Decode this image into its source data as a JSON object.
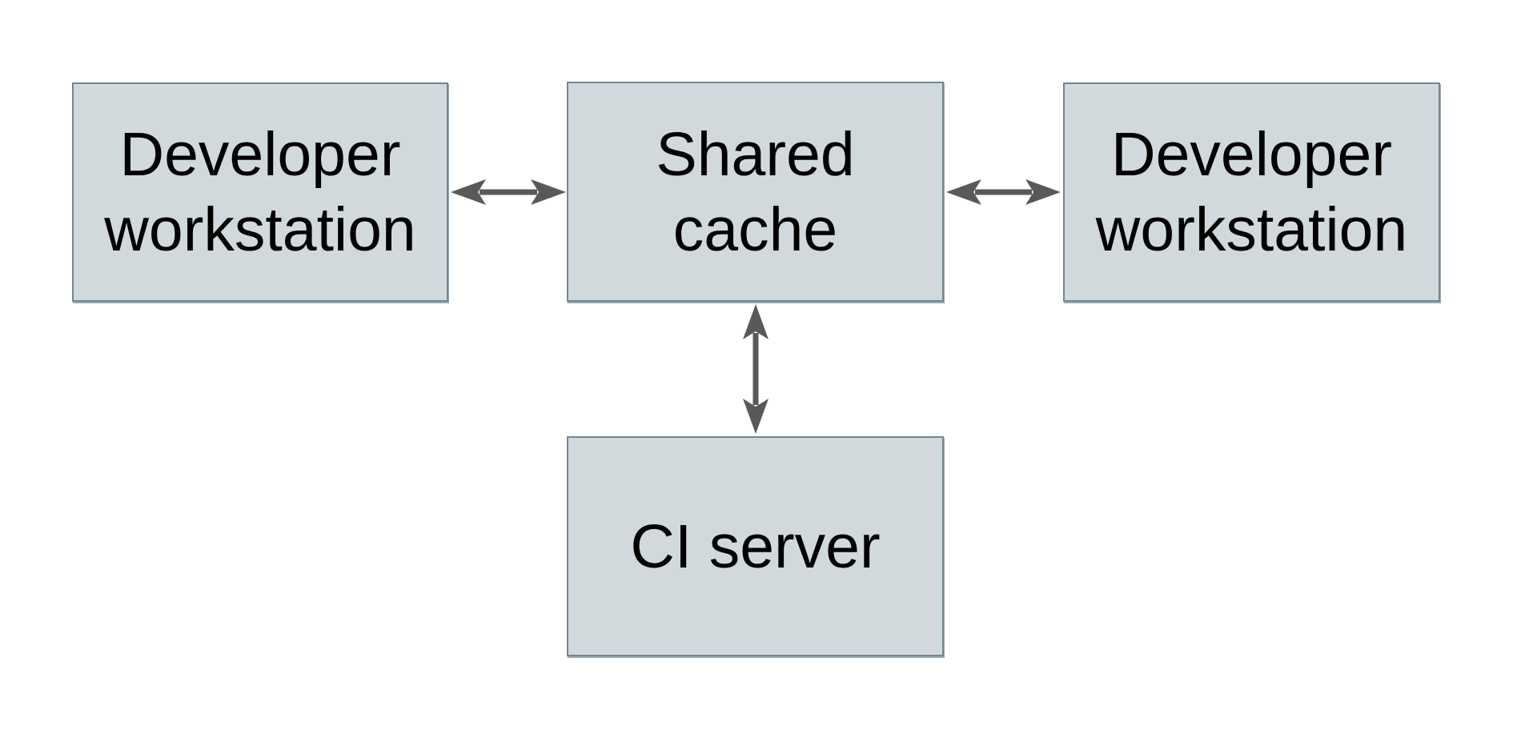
{
  "diagram": {
    "nodes": [
      {
        "id": "developer-workstation-left",
        "lines": [
          "Developer",
          "workstation"
        ]
      },
      {
        "id": "shared-cache",
        "lines": [
          "Shared",
          "cache"
        ]
      },
      {
        "id": "developer-workstation-right",
        "lines": [
          "Developer",
          "workstation"
        ]
      },
      {
        "id": "ci-server",
        "lines": [
          "CI server"
        ]
      }
    ],
    "edges": [
      {
        "from": "developer-workstation-left",
        "to": "shared-cache",
        "type": "bidirectional-arrow"
      },
      {
        "from": "shared-cache",
        "to": "developer-workstation-right",
        "type": "bidirectional-arrow"
      },
      {
        "from": "shared-cache",
        "to": "ci-server",
        "type": "bidirectional-arrow"
      }
    ],
    "colors": {
      "background": "#ffffff",
      "node_fill": "#d2d9dc",
      "node_border": "#6e8894",
      "arrow": "#595959",
      "text": "#000000"
    }
  }
}
